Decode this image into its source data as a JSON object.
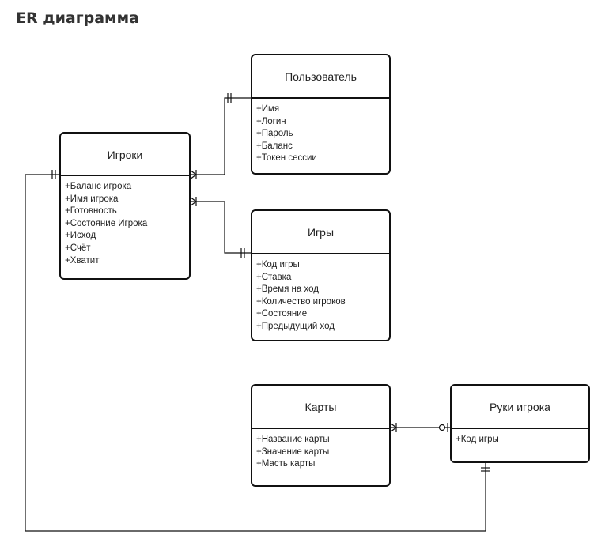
{
  "title": "ER диаграмма",
  "entities": {
    "players": {
      "name": "Игроки",
      "attributes": [
        "+Баланс игрока",
        "+Имя игрока",
        "+Готовность",
        "+Состояние Игрока",
        "+Исход",
        "+Счёт",
        "+Хватит"
      ]
    },
    "user": {
      "name": "Пользователь",
      "attributes": [
        "+Имя",
        "+Логин",
        "+Пароль",
        "+Баланс",
        "+Токен сессии"
      ]
    },
    "games": {
      "name": "Игры",
      "attributes": [
        "+Код игры",
        "+Ставка",
        "+Время на ход",
        "+Количество игроков",
        "+Состояние",
        "+Предыдущий ход"
      ]
    },
    "cards": {
      "name": "Карты",
      "attributes": [
        "+Название карты",
        "+Значение карты",
        "+Масть карты"
      ]
    },
    "hands": {
      "name": "Руки игрока",
      "attributes": [
        "+Код игры"
      ]
    }
  },
  "relationships": [
    {
      "from": "players",
      "to": "user",
      "from_end": "many",
      "to_end": "one-and-only-one"
    },
    {
      "from": "players",
      "to": "games",
      "from_end": "many",
      "to_end": "one-and-only-one"
    },
    {
      "from": "cards",
      "to": "hands",
      "from_end": "many",
      "to_end": "zero-or-one"
    },
    {
      "from": "players",
      "to": "hands",
      "from_end": "one-and-only-one",
      "to_end": "one-and-only-one"
    }
  ]
}
